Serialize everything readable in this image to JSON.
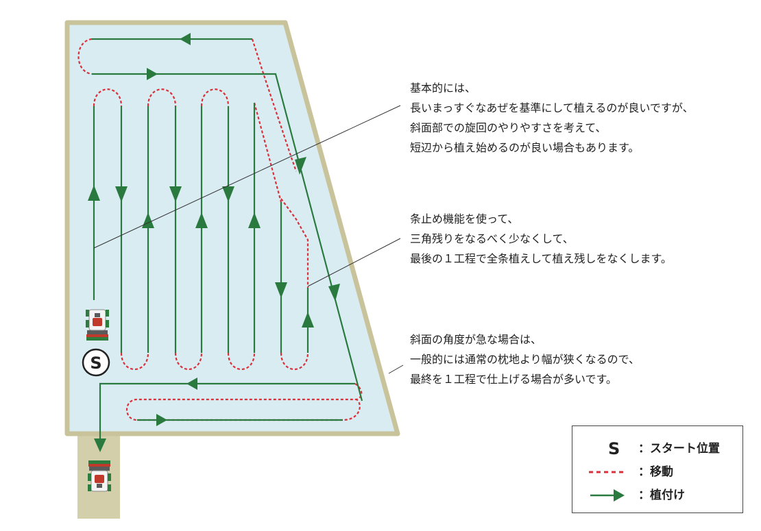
{
  "start_marker": "S",
  "notes": [
    {
      "lines": [
        "基本的には、",
        "長いまっすぐなあぜを基準にして植えるのが良いですが、",
        "斜面部での旋回のやりやすさを考えて、",
        "短辺から植え始めるのが良い場合もあります。"
      ]
    },
    {
      "lines": [
        "条止め機能を使って、",
        "三角残りをなるべく少なくして、",
        "最後の１工程で全条植えして植え残しをなくします。"
      ]
    },
    {
      "lines": [
        "斜面の角度が急な場合は、",
        "一般的には通常の枕地より幅が狭くなるので、",
        "最終を１工程で仕上げる場合が多いです。"
      ]
    }
  ],
  "legend": {
    "start": {
      "symbol": "S",
      "label": "：スタート位置"
    },
    "move": {
      "label": "：移動"
    },
    "plant": {
      "label": "：植付け"
    }
  },
  "colors": {
    "field_border": "#c8c39a",
    "field_fill": "#d9ecf2",
    "path_green": "#2a7a3f",
    "move_red": "#d9303a",
    "entry_road": "#d4cfab"
  }
}
